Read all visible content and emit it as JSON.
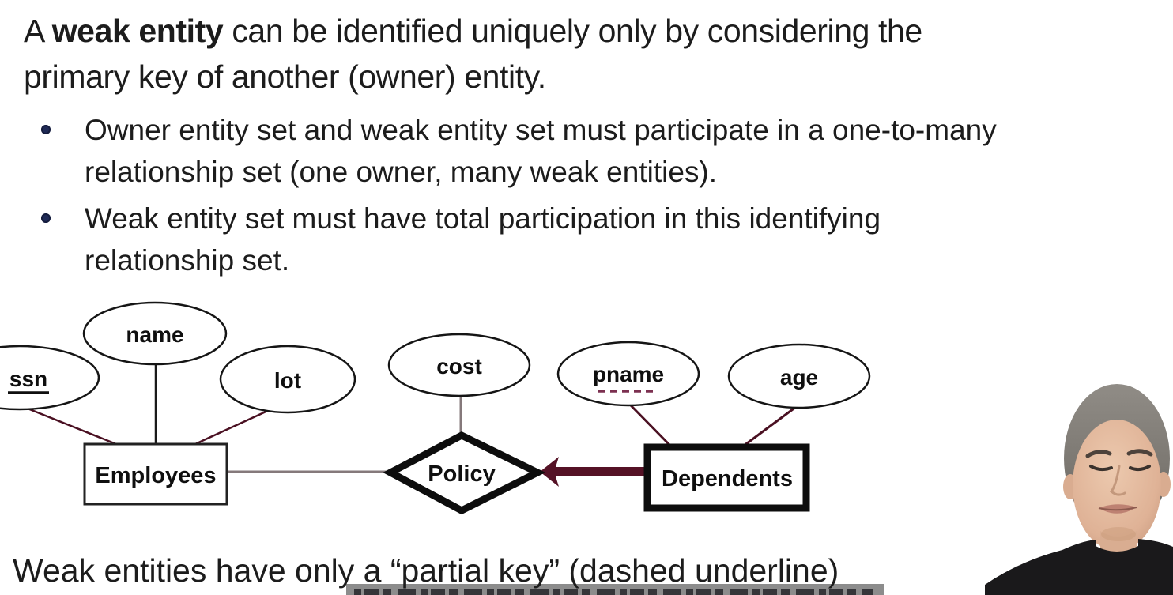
{
  "slide": {
    "title_line1_pre": "A ",
    "title_line1_bold": "weak entity",
    "title_line1_post": " can be identified uniquely only by considering the",
    "title_line2": "primary key of another (owner) entity.",
    "bullet1_line1": "Owner entity set and weak entity set must participate in a one-to-many",
    "bullet1_line2": "relationship set (one owner, many weak entities).",
    "bullet2_line1": "Weak entity set must have total participation in this identifying",
    "bullet2_line2": "relationship set.",
    "footer": "Weak entities have only a “partial key” (dashed underline)"
  },
  "diagram": {
    "attributes": {
      "ssn": "ssn",
      "name": "name",
      "lot": "lot",
      "cost": "cost",
      "pname": "pname",
      "age": "age"
    },
    "entities": {
      "employees": "Employees",
      "dependents": "Dependents"
    },
    "relationships": {
      "policy": "Policy"
    }
  },
  "colors": {
    "text": "#1c1c1c",
    "bullet_dot": "#1f2a56",
    "diagram_stroke": "#141414",
    "maroon_line": "#4a1022",
    "taupe_line": "#85797b",
    "arrow": "#551226",
    "dashed_underline": "#7c3050",
    "ssn_underline": "#0f0f0f",
    "caption_bar": "#8c8c8c",
    "shirt": "#1a191b",
    "hair": "#7c7872",
    "skin": "#e0b69a"
  }
}
